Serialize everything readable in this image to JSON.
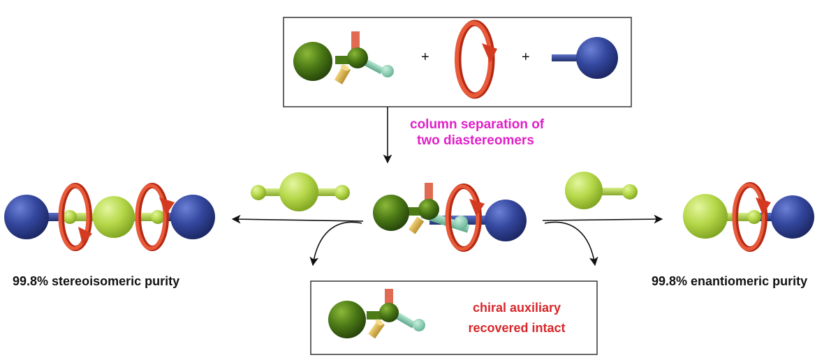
{
  "diagram": {
    "separation_note": {
      "line1": "column separation of",
      "line2": "two diastereomers"
    },
    "reactants": {
      "plus_1": "+",
      "plus_2": "+"
    },
    "left_product": {
      "caption": "99.8% stereoisomeric purity"
    },
    "right_product": {
      "caption": "99.8% enantiomeric purity"
    },
    "recovered_box": {
      "line1": "chiral auxiliary",
      "line2": "recovered intact"
    },
    "colors": {
      "chiral_auxiliary_green": "#3f6b12",
      "light_green_component": "#a7cc3a",
      "blue_stopper": "#2e3f8f",
      "macrocycle_red": "#e0452a",
      "teal_stub": "#7fc7aa",
      "tan_stub": "#d9b24a",
      "magenta_text": "#e020c8",
      "red_text": "#d8262a"
    }
  }
}
